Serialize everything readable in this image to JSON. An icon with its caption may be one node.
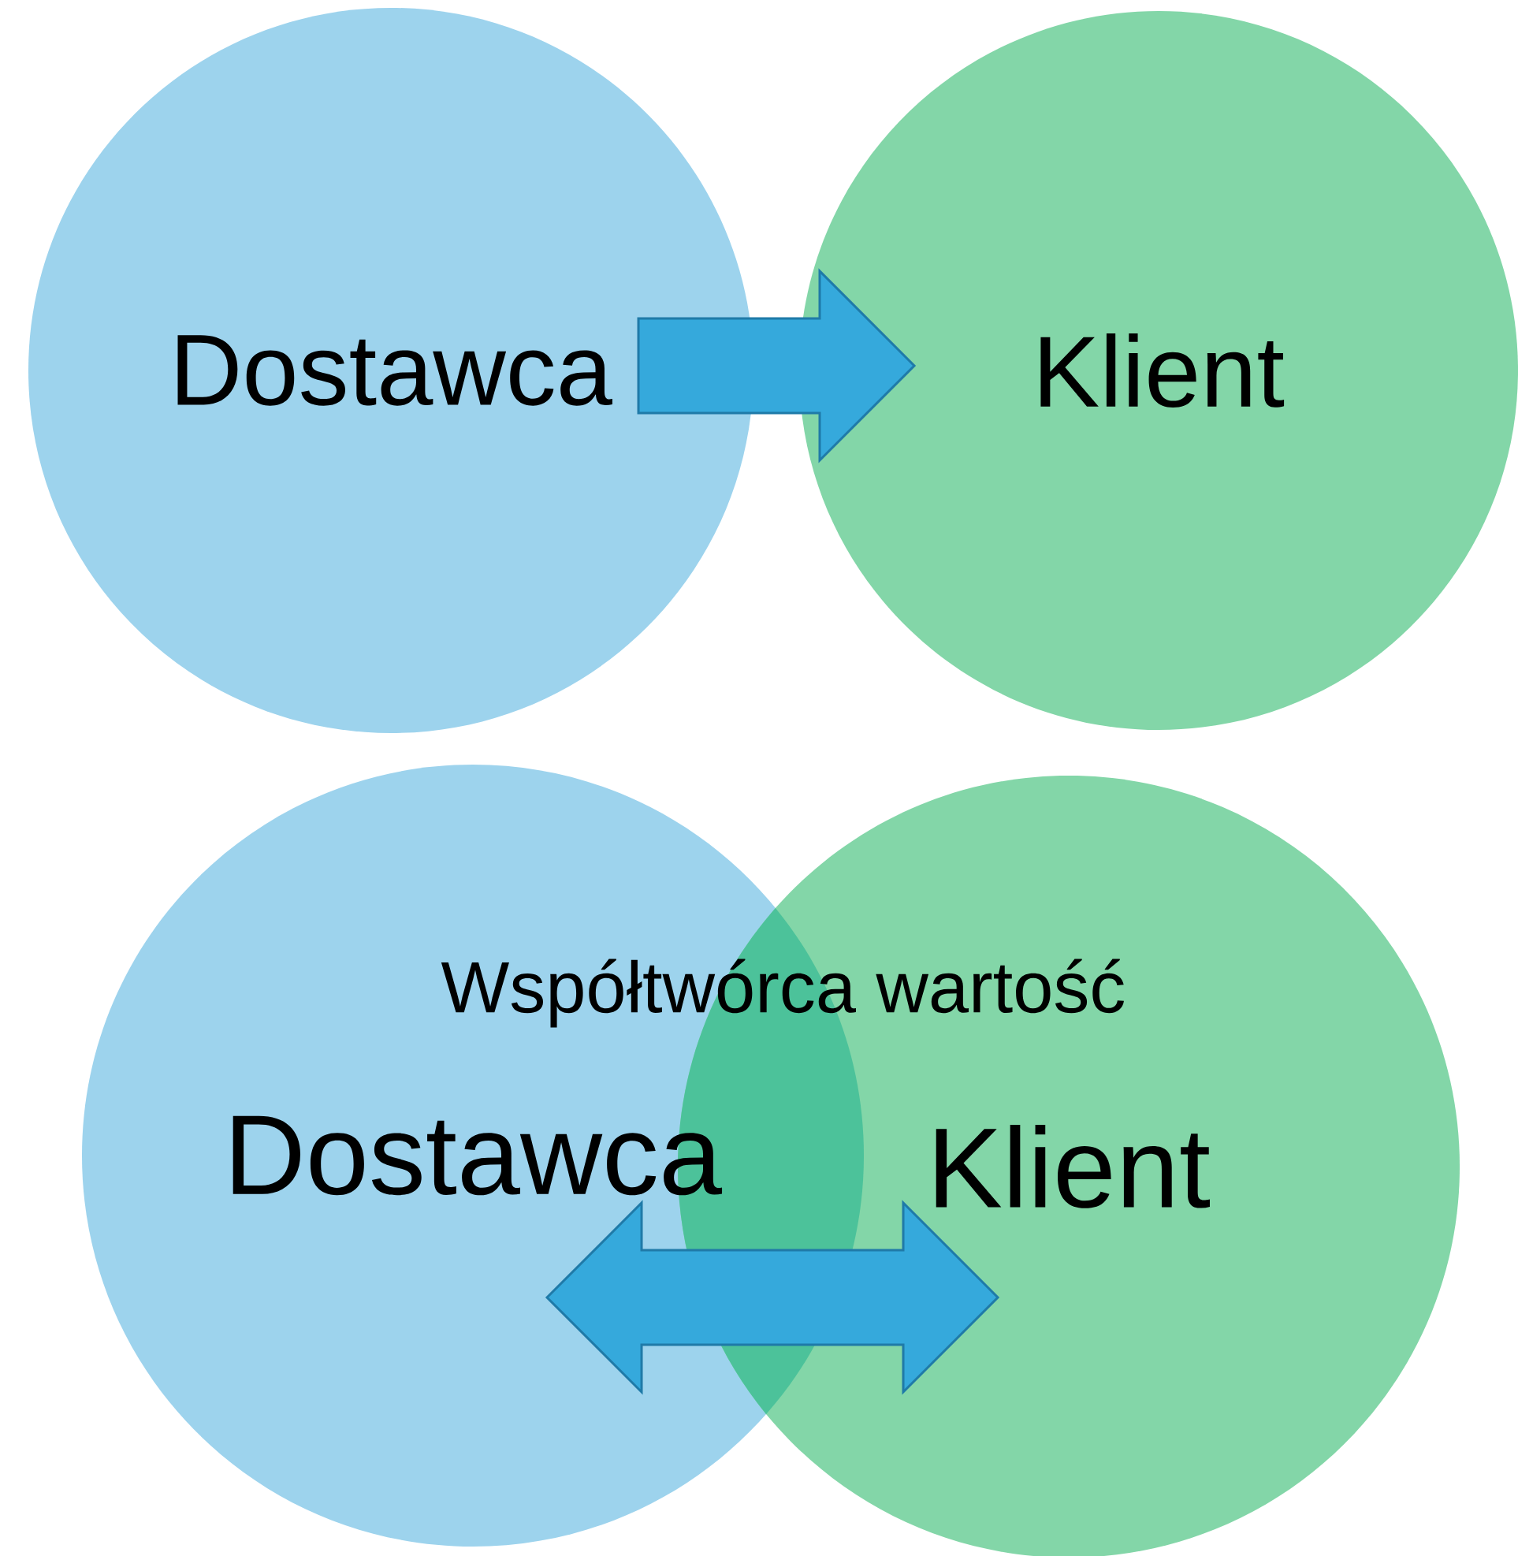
{
  "diagram": {
    "nodes": [
      {
        "text": [
          "Dostawca"
        ]
      },
      {
        "text": [
          "Klient"
        ]
      },
      {
        "text": [
          "Dostawca"
        ]
      },
      {
        "text": [
          "Klient"
        ]
      }
    ],
    "edges": [
      {
        "from": 0,
        "to": 1,
        "arrow": "to"
      },
      {
        "from": 2,
        "to": 3,
        "arrow": "both"
      }
    ],
    "labels": [
      "Współtwórca wartość"
    ]
  }
}
